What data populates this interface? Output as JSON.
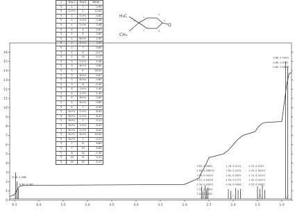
{
  "spectrum_title": "",
  "table": {
    "headers": [
      "J",
      "Grp.1",
      "Grp.2",
      "Value"
    ],
    "rows": [
      [
        "³J",
        "1",
        "7",
        "4.90"
      ],
      [
        "²J",
        "1<*>",
        "1",
        "12.00"
      ],
      [
        "²J",
        "1",
        "1<*>",
        "4.60"
      ],
      [
        "³J",
        "2",
        "1<*>",
        "2.48"
      ],
      [
        "²J",
        "2",
        "1<*>",
        "3.48"
      ],
      [
        "³J",
        "2",
        "3",
        "2.67"
      ],
      [
        "²J",
        "2",
        "4",
        "2.80"
      ],
      [
        "²J",
        "2",
        "6<*>",
        "1.50"
      ],
      [
        "²J",
        "2",
        "6<*>",
        "3.90"
      ],
      [
        "³J",
        "2",
        "7",
        "0.80"
      ],
      [
        "²J",
        "2",
        "8",
        "-0.27"
      ],
      [
        "³J",
        "2",
        "10",
        "-0.17"
      ],
      [
        "³J",
        "3",
        "1<*>",
        "1.58"
      ],
      [
        "²J",
        "3",
        "6<*>",
        "0.60"
      ],
      [
        "²J",
        "3",
        "4",
        "18.00"
      ],
      [
        "²J",
        "3",
        "6<*>",
        "0.87"
      ],
      [
        "³J",
        "3",
        "6<*>",
        "0.60"
      ],
      [
        "²J",
        "3",
        "8",
        "-0.39"
      ],
      [
        "³J",
        "4",
        "1<*>",
        "1.40"
      ],
      [
        "²J",
        "4",
        "1<*>",
        "1.40"
      ],
      [
        "²J",
        "4",
        "6<*>",
        "0.60"
      ],
      [
        "²J",
        "4",
        "6<*>",
        "0.60"
      ],
      [
        "²J",
        "4",
        "7",
        "-0.39"
      ],
      [
        "³J",
        "6<*>",
        "1<*>",
        "8.42"
      ],
      [
        "²J",
        "6<*>",
        "1<*>",
        "8.42"
      ],
      [
        "³J",
        "6<*>",
        "7",
        "0.11"
      ],
      [
        "²J",
        "6<*>",
        "1<*>",
        "8.42"
      ],
      [
        "²J",
        "6<*>",
        "1<*>",
        "8.42"
      ],
      [
        "²J",
        "6<*>",
        "6<*>",
        "15.00"
      ],
      [
        "³J",
        "6<*>",
        "7",
        "0.11"
      ],
      [
        "²J",
        "7",
        "8",
        "6.80"
      ],
      [
        "²J",
        "7",
        "10",
        "6.83"
      ],
      [
        "³J",
        "8",
        "10",
        "-2.35"
      ],
      [
        "³J",
        "10",
        "8",
        "5.21"
      ],
      [
        "²J",
        "10",
        "10",
        "5.21"
      ]
    ]
  },
  "molecule": {
    "label_methyl_top": "H₃C",
    "label_ch3_bottom": "CH₃",
    "label_oxygen": "O",
    "atom_labels": [
      "3",
      "4",
      "5",
      "6",
      "7",
      "8"
    ]
  },
  "chart_data": {
    "type": "line",
    "title": "",
    "xlabel": "",
    "ylabel": "",
    "xlim": [
      6.6,
      0.8
    ],
    "ylim": [
      0,
      17
    ],
    "x_ticks": [
      6.5,
      6.0,
      5.5,
      5.0,
      4.5,
      4.0,
      3.5,
      3.0,
      2.5,
      2.0,
      1.5,
      1.0
    ],
    "x_tick_labels": [
      "6.5",
      "6.0",
      "5.5",
      "5.0",
      "4.5",
      "4.0",
      "3.5",
      "3.0",
      "2.5",
      "2.0",
      "1.5",
      "1.0"
    ],
    "y_ticks": [
      0,
      1,
      2,
      3,
      4,
      5,
      6,
      7,
      8,
      9,
      10,
      11,
      12,
      13,
      14,
      15,
      16
    ],
    "y_tick_labels": [
      "0",
      "1",
      "2",
      "3",
      "4",
      "5",
      "6",
      "7",
      "8",
      "9",
      "10",
      "11",
      "12",
      "13",
      "14",
      "15",
      "16"
    ],
    "peaks": [
      {
        "x": 6.48,
        "y": 3.0
      },
      {
        "x": 6.45,
        "y": 2.0
      },
      {
        "x": 6.42,
        "y": 1.2
      },
      {
        "x": 2.65,
        "y": 1.5
      },
      {
        "x": 2.62,
        "y": 1.0
      },
      {
        "x": 2.58,
        "y": 1.6
      },
      {
        "x": 2.55,
        "y": 1.1
      },
      {
        "x": 2.52,
        "y": 1.4
      },
      {
        "x": 2.1,
        "y": 1.2
      },
      {
        "x": 2.05,
        "y": 1.0
      },
      {
        "x": 1.95,
        "y": 1.3
      },
      {
        "x": 1.9,
        "y": 1.1
      },
      {
        "x": 1.85,
        "y": 1.2
      },
      {
        "x": 1.5,
        "y": 1.5
      },
      {
        "x": 1.45,
        "y": 1.2
      },
      {
        "x": 1.4,
        "y": 1.6
      },
      {
        "x": 1.35,
        "y": 1.1
      },
      {
        "x": 0.92,
        "y": 15.0
      },
      {
        "x": 0.88,
        "y": 14.5
      }
    ],
    "integral": {
      "x": [
        6.6,
        6.5,
        6.45,
        6.4,
        6.3,
        3.0,
        2.7,
        2.65,
        2.6,
        2.55,
        2.5,
        2.2,
        2.1,
        2.0,
        1.9,
        1.8,
        1.55,
        1.5,
        1.45,
        1.4,
        1.35,
        1.0,
        0.95,
        0.9,
        0.85,
        0.8
      ],
      "y": [
        0.4,
        0.6,
        1.1,
        1.5,
        1.6,
        1.7,
        2.4,
        3.0,
        3.5,
        4.0,
        4.6,
        5.0,
        5.4,
        6.0,
        6.6,
        7.0,
        7.4,
        7.8,
        8.1,
        8.3,
        8.4,
        8.5,
        10.5,
        12.5,
        13.7,
        13.8
      ]
    },
    "peak_labels": [
      {
        "text": "6.48, 0.266(",
        "x": 6.55,
        "y": 2.4
      },
      {
        "text": "6.46, 0.14(*",
        "x": 6.4,
        "y": 1.6
      },
      {
        "text": "2.63, 0.28(D)",
        "x": 2.75,
        "y": 3.6
      },
      {
        "text": "2.62, 0.266(*1)",
        "x": 2.75,
        "y": 3.1
      },
      {
        "text": "2.65, 0.16(1*)",
        "x": 2.75,
        "y": 2.6
      },
      {
        "text": "2.57, 0.18(1*)",
        "x": 2.75,
        "y": 2.1
      },
      {
        "text": "2.58, 0.28(S*)",
        "x": 2.75,
        "y": 1.6
      },
      {
        "text": "2.53, 0.24(D)",
        "x": 2.75,
        "y": 1.1
      },
      {
        "text": "2.52, 0.18(D)",
        "x": 2.75,
        "y": 0.6
      },
      {
        "text": "1.76, 0.21(T)",
        "x": 2.15,
        "y": 3.6
      },
      {
        "text": "1.69, 0.22(T)",
        "x": 2.15,
        "y": 3.1
      },
      {
        "text": "1.61, 0.26(T)",
        "x": 2.15,
        "y": 2.6
      },
      {
        "text": "1.54, 0.17(T)",
        "x": 2.15,
        "y": 2.1
      },
      {
        "text": "2.00, 0.09(D)",
        "x": 2.15,
        "y": 1.6
      },
      {
        "text": "1.75, 0.14(T)",
        "x": 1.68,
        "y": 3.6
      },
      {
        "text": "1.70, 0.18(1*)",
        "x": 1.68,
        "y": 3.1
      },
      {
        "text": "1.73, 0.15(1*)",
        "x": 1.68,
        "y": 2.6
      },
      {
        "text": "1.59, 0.16(1*)",
        "x": 1.68,
        "y": 2.1
      },
      {
        "text": "1.55, 0.16(D)",
        "x": 1.68,
        "y": 1.6
      },
      {
        "text": "0.88, 0.78(D)",
        "x": 1.18,
        "y": 15.3
      },
      {
        "text": "0.86, 1.35(T)",
        "x": 1.18,
        "y": 14.8
      },
      {
        "text": "0.85, 2.58(D)",
        "x": 1.18,
        "y": 14.3
      }
    ],
    "grid": false
  },
  "colors": {
    "axis": "#333333",
    "spectrum": "#1a1a1a",
    "integral": "#333333",
    "label": "#333333"
  }
}
